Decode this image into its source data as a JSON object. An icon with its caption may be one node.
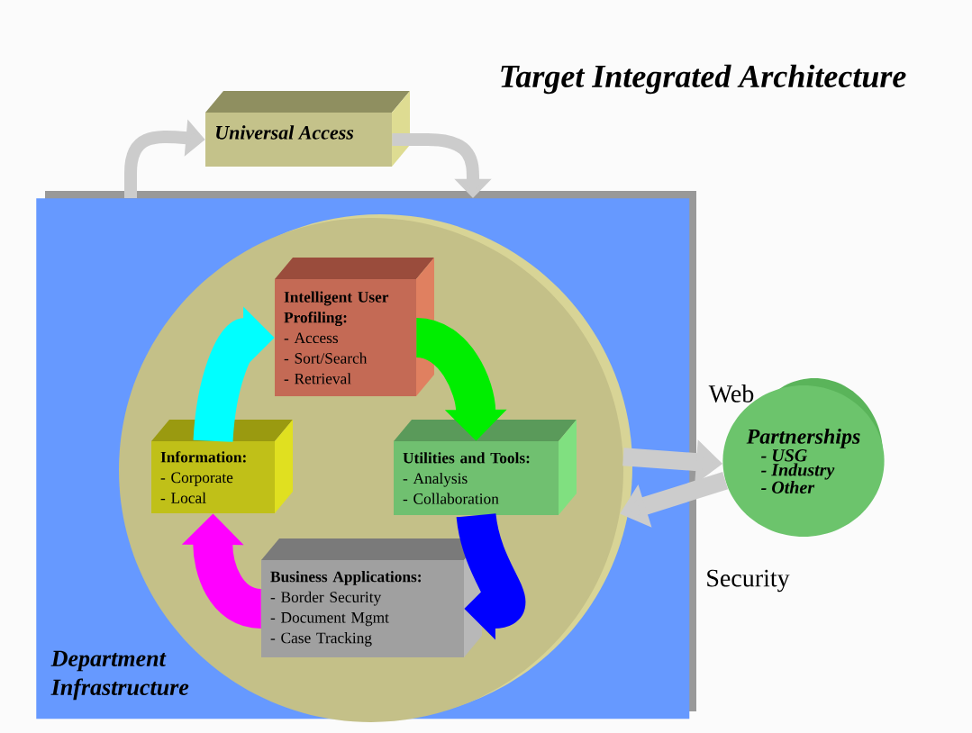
{
  "diagram": {
    "title": "Target Integrated Architecture",
    "nodes": [
      {
        "text": [
          "Department Infrastructure"
        ]
      },
      {
        "text": [
          "Universal Access"
        ]
      },
      {
        "text": [],
        "shape": "circle",
        "in": 0
      },
      {
        "text": [
          "Intelligent User Profiling:",
          "- Access",
          "- Sort/Search",
          "- Retrieval"
        ],
        "in": 2
      },
      {
        "text": [
          "Information:",
          "- Corporate",
          "- Local"
        ],
        "in": 2
      },
      {
        "text": [
          "Utilities and Tools:",
          "- Analysis",
          "- Collaboration"
        ],
        "in": 2
      },
      {
        "text": [
          "Business Applications:",
          "- Border Security",
          "- Document Mgmt",
          "- Case Tracking"
        ],
        "in": 2
      },
      {
        "text": [
          "Partnerships",
          "- USG",
          "- Industry",
          "- Other"
        ]
      }
    ],
    "edges": [
      {
        "from": 0,
        "to": 1,
        "arrow": "to",
        "color": "#cccccc"
      },
      {
        "from": 1,
        "to": 0,
        "arrow": "to",
        "color": "#cccccc"
      },
      {
        "from": 4,
        "to": 3,
        "arrow": "to",
        "style": "thick",
        "color": "#00ffff"
      },
      {
        "from": 3,
        "to": 5,
        "arrow": "to",
        "style": "thick",
        "color": "#00ee00"
      },
      {
        "from": 5,
        "to": 6,
        "arrow": "to",
        "style": "thick",
        "color": "#0000ff"
      },
      {
        "from": 6,
        "to": 4,
        "arrow": "to",
        "style": "thick",
        "color": "#ff00ff"
      },
      {
        "from": 2,
        "to": 7,
        "arrow": "to",
        "label": "Web",
        "color": "#cccccc"
      },
      {
        "from": 7,
        "to": 2,
        "arrow": "to",
        "label": "Security",
        "color": "#cccccc"
      }
    ]
  }
}
